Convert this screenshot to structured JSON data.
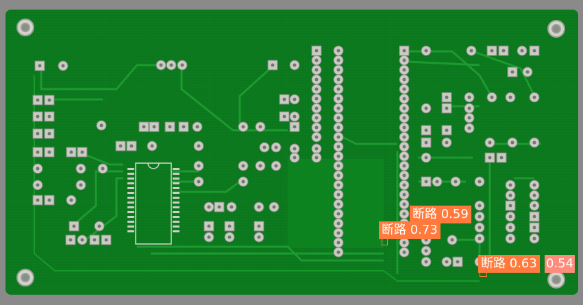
{
  "detections": [
    {
      "label": "断路 0.59",
      "color": "#ff7a3c"
    },
    {
      "label": "断路 0.73",
      "color": "#ff7a3c"
    },
    {
      "label": "断路 0.63",
      "color": "#ff7a3c"
    },
    {
      "label": "0.54",
      "color": "#ff8c7a"
    }
  ],
  "colors": {
    "board": "#0d7a1f",
    "trace": "#1a8f2c",
    "pad": "#c9c9c2",
    "background": "#8a8a8a"
  }
}
